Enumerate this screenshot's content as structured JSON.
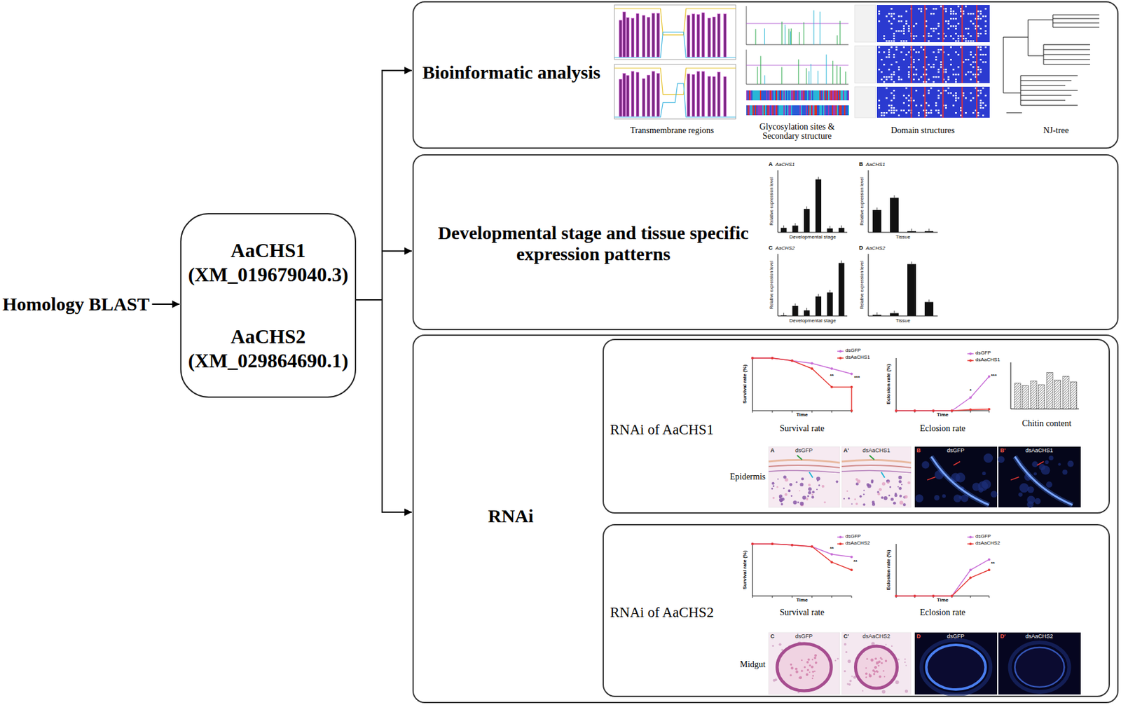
{
  "diagram": {
    "nodes": [
      {
        "text": [
          "Homology BLAST"
        ]
      },
      {
        "text": [
          "AaCHS1 (XM_019679040.3)",
          "AaCHS2 (XM_029864690.1)"
        ]
      },
      {
        "text": [
          "Bioinformatic analysis"
        ]
      },
      {
        "text": [
          "Developmental stage and tissue specific expression patterns"
        ]
      },
      {
        "text": [
          "RNAi"
        ]
      },
      {
        "text": [
          "RNAi of AaCHS1"
        ],
        "in": 4
      },
      {
        "text": [
          "RNAi of AaCHS2"
        ],
        "in": 4
      }
    ],
    "edges": [
      {
        "from": 0,
        "to": 1,
        "arrow": "to"
      },
      {
        "from": 1,
        "to": 2,
        "arrow": "to"
      },
      {
        "from": 1,
        "to": 3,
        "arrow": "to"
      },
      {
        "from": 1,
        "to": 4,
        "arrow": "to"
      }
    ],
    "labels": [
      "Transmembrane regions",
      "Glycosylation sites & Secondary structure",
      "Domain structures",
      "NJ-tree",
      "A",
      "AaCHS1",
      "Relative expression level",
      "Developmental stage",
      "B",
      "AaCHS1",
      "Relative expression level",
      "Tissue",
      "C",
      "AaCHS2",
      "Relative expression level",
      "Developmental stage",
      "D",
      "AaCHS2",
      "Relative expression level",
      "Tissue",
      "dsGFP",
      "dsAaCHS1",
      "Time",
      "Survival rate (%)",
      "**",
      "***",
      "Survival rate",
      "dsGFP",
      "dsAaCHS1",
      "Time",
      "Eclosion rate (%)",
      "*",
      "***",
      "Eclosion rate",
      "Chitin content",
      "Epidermis",
      "A",
      "dsGFP",
      "A'",
      "dsAaCHS1",
      "B",
      "dsGFP",
      "B'",
      "dsAaCHS1",
      "dsGFP",
      "dsAaCHS2",
      "Time",
      "Survival rate (%)",
      "**",
      "**",
      "Survival rate",
      "dsGFP",
      "dsAaCHS2",
      "Time",
      "Eclosion rate (%)",
      "**",
      "Eclosion rate",
      "Midgut",
      "C",
      "dsGFP",
      "C'",
      "dsAaCHS2",
      "D",
      "dsGFP",
      "D'",
      "dsAaCHS2"
    ]
  }
}
